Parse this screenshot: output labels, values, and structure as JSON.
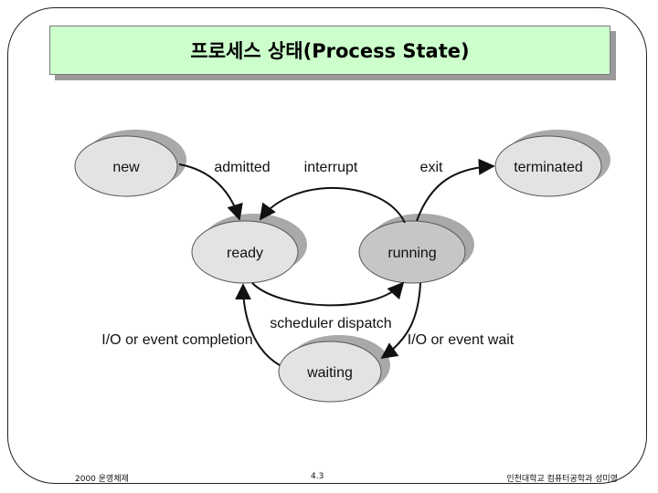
{
  "slide": {
    "title": "프로세스 상태(Process State)"
  },
  "diagram": {
    "states": {
      "new": "new",
      "ready": "ready",
      "running": "running",
      "waiting": "waiting",
      "terminated": "terminated"
    },
    "transitions": {
      "admitted": "admitted",
      "interrupt": "interrupt",
      "exit": "exit",
      "scheduler_dispatch": "scheduler dispatch",
      "io_event_completion": "I/O or event completion",
      "io_event_wait": "I/O or event wait"
    }
  },
  "footer": {
    "left": "2000 운영체제",
    "center": "4.3",
    "right": "인천대학교 컴퓨터공학과 성미영"
  },
  "colors": {
    "title_background": "#ccffcc",
    "state_fill": "#e3e3e3",
    "running_fill": "#c6c6c6",
    "shadow": "#a9a9a9"
  }
}
